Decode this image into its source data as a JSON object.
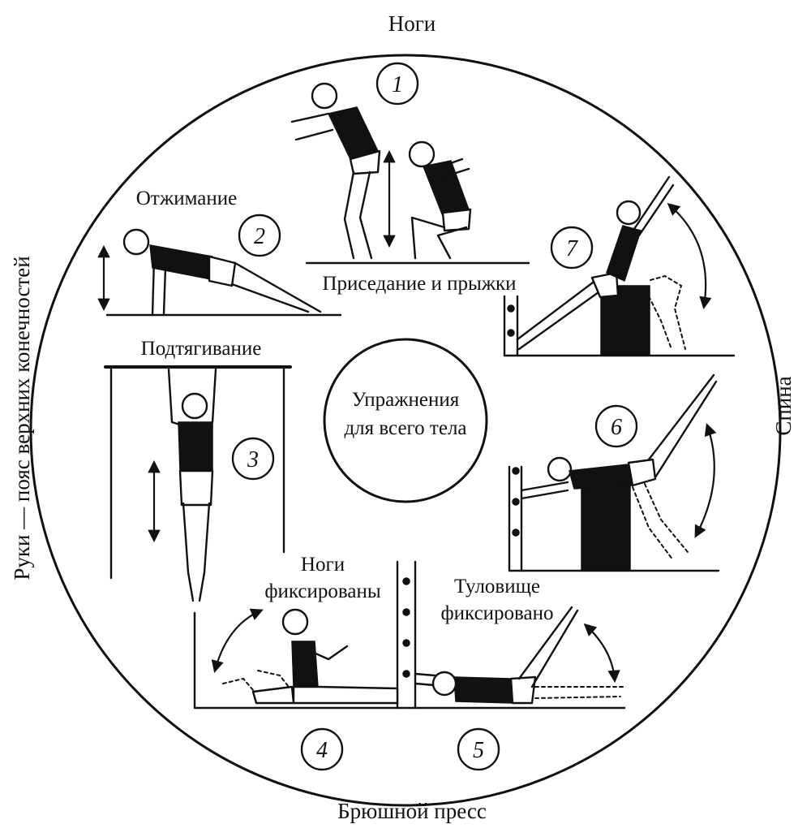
{
  "title": "Упражнения для всего тела",
  "title_lines": [
    "Упражнения",
    "для всего тела"
  ],
  "sections": {
    "top": "Ноги",
    "right": "Спина",
    "bottom": "Брюшной пресс",
    "left": "Руки — пояс верхних конечностей"
  },
  "exercises": [
    {
      "number": "1",
      "label": "Приседание и прыжки"
    },
    {
      "number": "2",
      "label": "Отжимание"
    },
    {
      "number": "3",
      "label": "Подтягивание"
    },
    {
      "number": "4",
      "label_lines": [
        "Ноги",
        "фиксированы"
      ]
    },
    {
      "number": "5",
      "label_lines": [
        "Туловище",
        "фиксировано"
      ]
    },
    {
      "number": "6",
      "label": ""
    },
    {
      "number": "7",
      "label": ""
    }
  ],
  "colors": {
    "ink": "#111111",
    "paper": "#ffffff"
  }
}
